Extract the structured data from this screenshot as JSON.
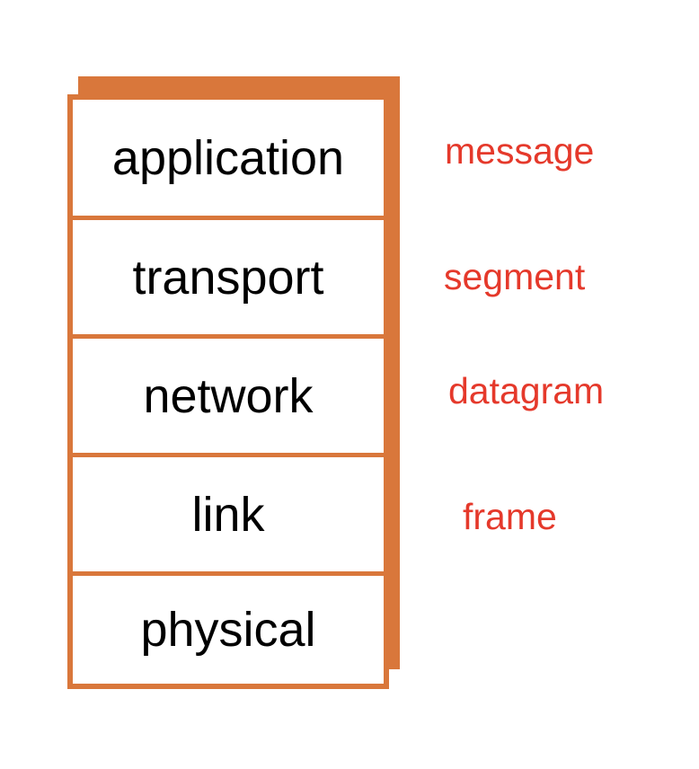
{
  "colors": {
    "stack": "#D9773B",
    "pdu": "#E5392B",
    "text": "#000000"
  },
  "layers": [
    {
      "label": "application",
      "pdu": "message"
    },
    {
      "label": "transport",
      "pdu": "segment"
    },
    {
      "label": "network",
      "pdu": "datagram"
    },
    {
      "label": "link",
      "pdu": "frame"
    },
    {
      "label": "physical",
      "pdu": ""
    }
  ]
}
